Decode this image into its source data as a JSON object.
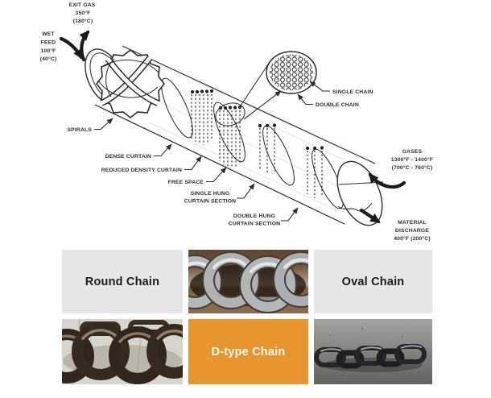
{
  "diagram": {
    "exit_gas": [
      "EXIT GAS",
      "350°F",
      "(180°C)"
    ],
    "wet_feed": [
      "WET",
      "FEED",
      "100°F",
      "(40°C)"
    ],
    "spirals": "SPIRALS",
    "dense_curtain": "DENSE CURTAIN",
    "reduced_density_curtain": "REDUCED DENSITY CURTAIN",
    "free_space": "FREE SPACE",
    "single_hung": [
      "SINGLE HUNG",
      "CURTAIN SECTION"
    ],
    "double_hung": [
      "DOUBLE HUNG",
      "CURTAIN SECTION"
    ],
    "single_chain": "SINGLE CHAIN",
    "double_chain": "DOUBLE CHAIN",
    "gases": [
      "GASES",
      "1300°F - 1400°F",
      "(700°C - 760°C)"
    ],
    "material_discharge": [
      "MATERIAL",
      "DISCHARGE",
      "400°F (200°C)"
    ]
  },
  "grid": {
    "round_chain": "Round Chain",
    "oval_chain": "Oval Chain",
    "d_type_chain": "D-type Chain",
    "accent_color": "#E6952F",
    "label_bg": "#E6E6E6"
  }
}
